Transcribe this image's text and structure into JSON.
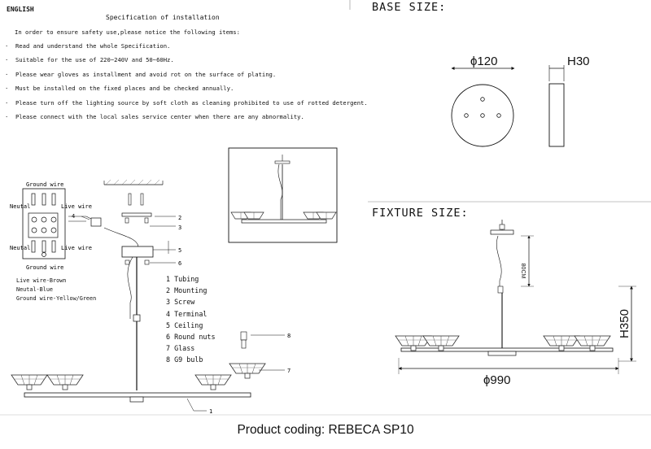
{
  "instructions": {
    "language": "ENGLISH",
    "title": "Specification of installation",
    "intro": "In order to ensure safety use,please notice the following items:",
    "rules": [
      "Read and understand the whole Specification.",
      "Suitable for the use of 220−240V and 50∼60Hz.",
      "Please wear gloves as installment and avoid rot on the surface of plating.",
      "Must be installed on the fixed places and be checked annually.",
      "Please turn off the lighting source by soft cloth as cleaning prohibited to use of rotted detergent.",
      "Please connect with the local sales service center when there are any abnormality."
    ]
  },
  "wiring": {
    "ground_top": "Ground wire",
    "neutral_top": "Neutal",
    "live_top": "Live wire",
    "neutral_bottom": "Neutal",
    "live_bottom": "Live wire",
    "ground_bottom": "Ground wire",
    "color_notes": [
      "Live wire-Brown",
      "Neutal-Blue",
      "Ground wire-Yellow/Green"
    ]
  },
  "parts": [
    {
      "num": "1",
      "name": "Tubing"
    },
    {
      "num": "2",
      "name": "Mounting"
    },
    {
      "num": "3",
      "name": "Screw"
    },
    {
      "num": "4",
      "name": "Terminal"
    },
    {
      "num": "5",
      "name": "Ceiling"
    },
    {
      "num": "6",
      "name": "Round nuts"
    },
    {
      "num": "7",
      "name": "Glass"
    },
    {
      "num": "8",
      "name": "G9 bulb"
    }
  ],
  "callouts": [
    "1",
    "2",
    "3",
    "4",
    "5",
    "6",
    "7",
    "8"
  ],
  "base": {
    "title": "BASE SIZE:",
    "diameter": "ϕ120",
    "height": "H30"
  },
  "fixture": {
    "title": "FIXTURE SIZE:",
    "chain": "80CM",
    "height": "H350",
    "width": "ϕ990"
  },
  "product_coding": "Product coding: REBECA SP10"
}
